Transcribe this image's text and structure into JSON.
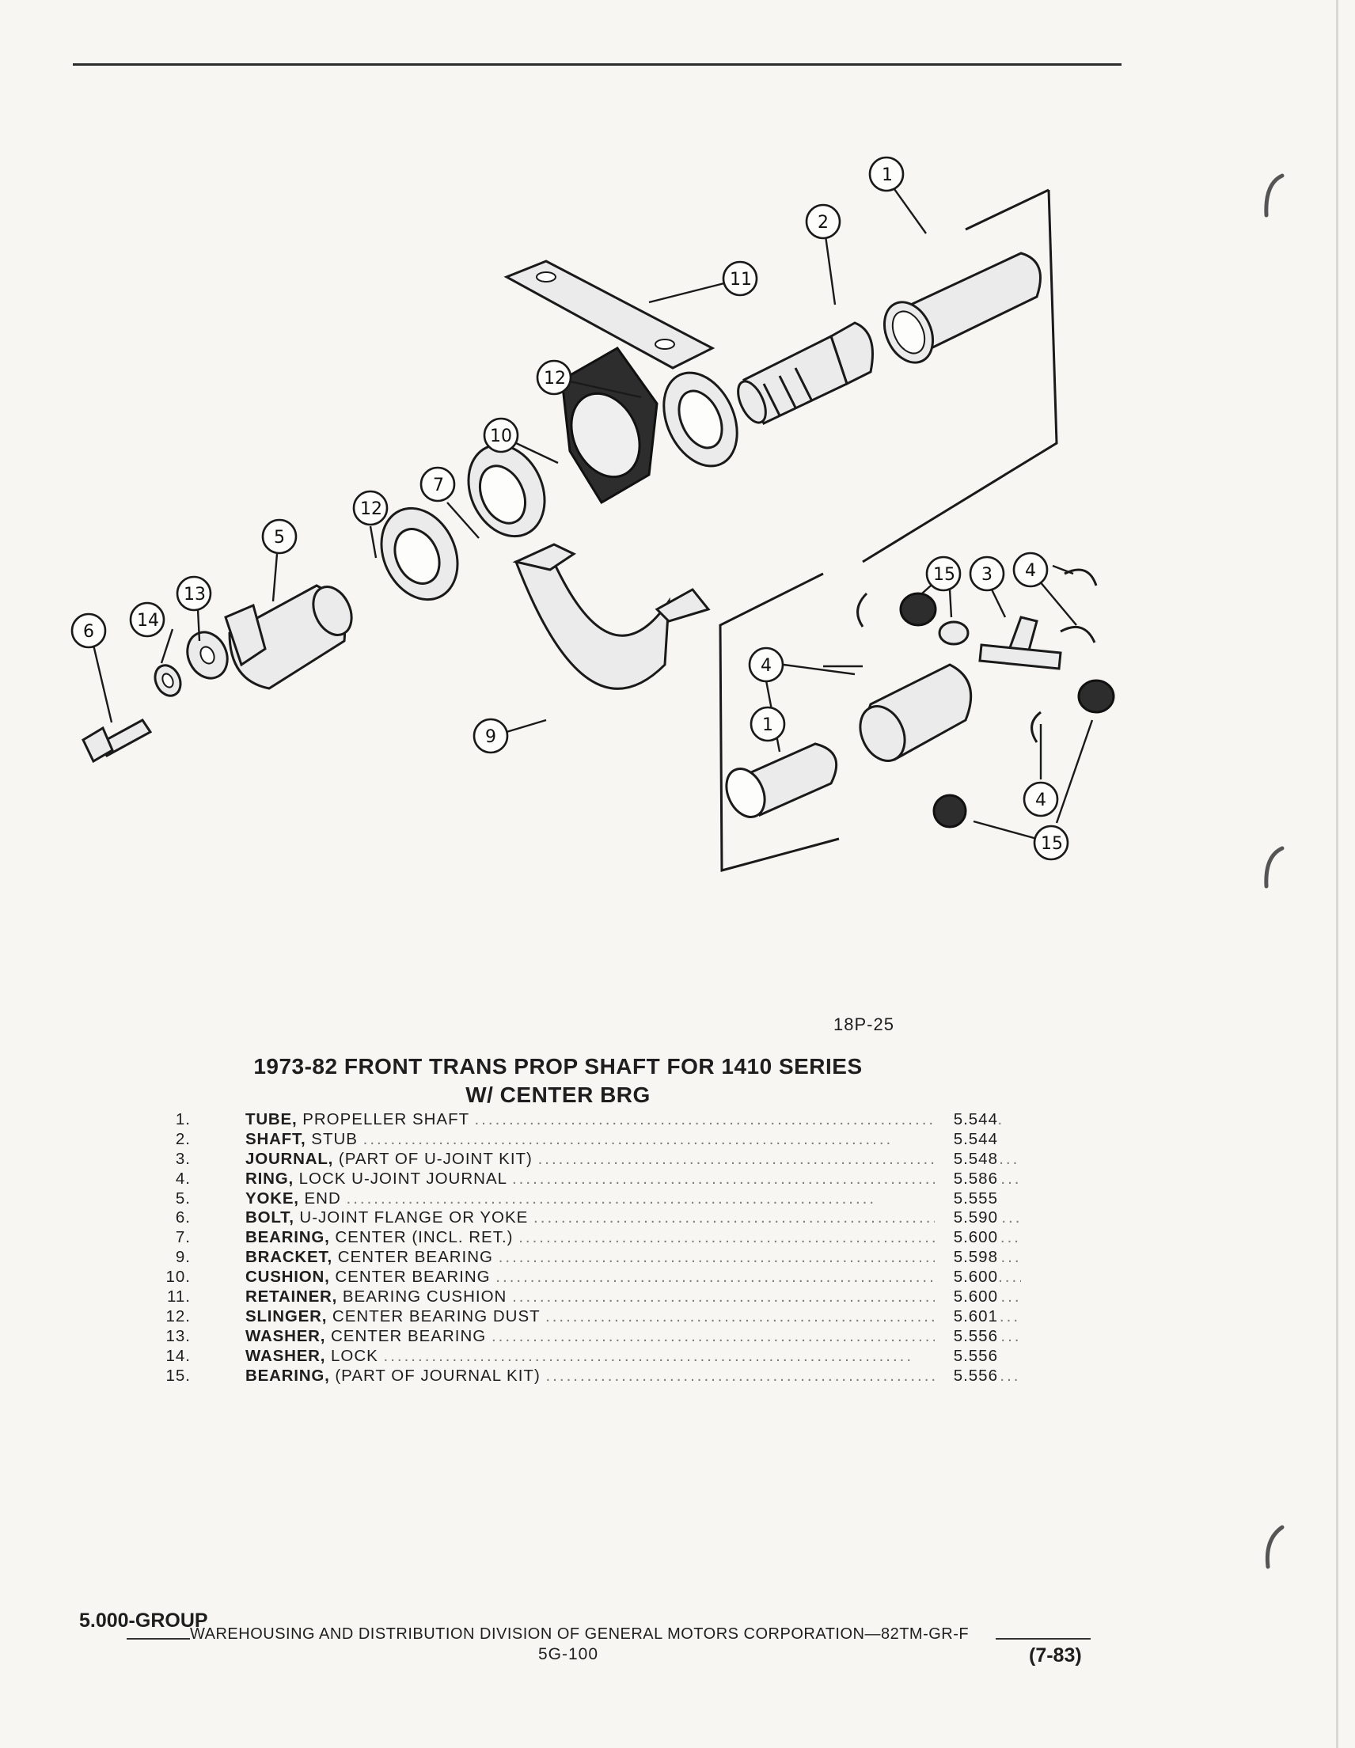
{
  "figure": {
    "code": "18P-25",
    "callouts": [
      "1",
      "2",
      "11",
      "12",
      "10",
      "7",
      "12",
      "5",
      "13",
      "14",
      "6",
      "9",
      "15",
      "3",
      "4",
      "4",
      "1",
      "4",
      "15"
    ]
  },
  "title": {
    "line1": "1973-82 FRONT TRANS PROP SHAFT FOR 1410 SERIES",
    "line2": "W/ CENTER BRG"
  },
  "parts": [
    {
      "num": "1.",
      "name": "TUBE,",
      "desc": "PROPELLER SHAFT",
      "group": "5.544"
    },
    {
      "num": "2.",
      "name": "SHAFT,",
      "desc": "STUB",
      "group": "5.544"
    },
    {
      "num": "3.",
      "name": "JOURNAL,",
      "desc": "(PART OF U-JOINT KIT)",
      "group": "5.548"
    },
    {
      "num": "4.",
      "name": "RING,",
      "desc": "LOCK U-JOINT JOURNAL",
      "group": "5.586"
    },
    {
      "num": "5.",
      "name": "YOKE,",
      "desc": "END",
      "group": "5.555"
    },
    {
      "num": "6.",
      "name": "BOLT,",
      "desc": "U-JOINT FLANGE OR YOKE",
      "group": "5.590"
    },
    {
      "num": "7.",
      "name": "BEARING,",
      "desc": "CENTER (INCL. RET.)",
      "group": "5.600"
    },
    {
      "num": "9.",
      "name": "BRACKET,",
      "desc": "CENTER BEARING",
      "group": "5.598"
    },
    {
      "num": "10.",
      "name": "CUSHION,",
      "desc": "CENTER BEARING",
      "group": "5.600"
    },
    {
      "num": "11.",
      "name": "RETAINER,",
      "desc": "BEARING CUSHION",
      "group": "5.600"
    },
    {
      "num": "12.",
      "name": "SLINGER,",
      "desc": "CENTER BEARING DUST",
      "group": "5.601"
    },
    {
      "num": "13.",
      "name": "WASHER,",
      "desc": "CENTER BEARING",
      "group": "5.556"
    },
    {
      "num": "14.",
      "name": "WASHER,",
      "desc": "LOCK",
      "group": "5.556"
    },
    {
      "num": "15.",
      "name": "BEARING,",
      "desc": "(PART OF JOURNAL KIT)",
      "group": "5.556"
    }
  ],
  "footer": {
    "division": "WAREHOUSING AND DISTRIBUTION DIVISION OF GENERAL MOTORS CORPORATION—82TM-GR-F",
    "group": "5.000-GROUP",
    "page": "5G-100",
    "date": "(7-83)"
  }
}
